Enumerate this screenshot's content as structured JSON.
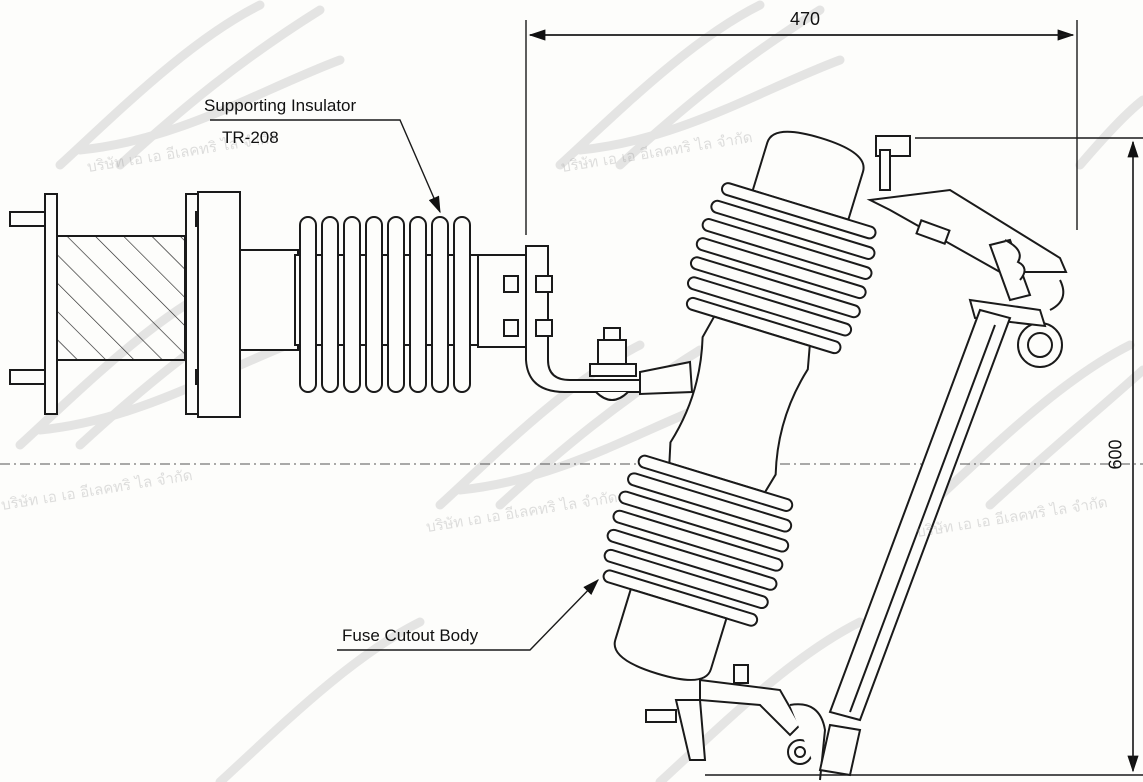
{
  "labels": {
    "supporting_insulator": "Supporting Insulator",
    "supporting_insulator_model": "TR-208",
    "fuse_cutout_body": "Fuse Cutout Body"
  },
  "dimensions": {
    "width": "470",
    "height": "600"
  },
  "watermark": {
    "company_text": "บริษัท เอ เอ อีเลคทริ ไล จำกัด"
  },
  "colors": {
    "line": "#1a1a1a",
    "watermark": "#c8c8c8",
    "background": "#fdfdfb"
  }
}
